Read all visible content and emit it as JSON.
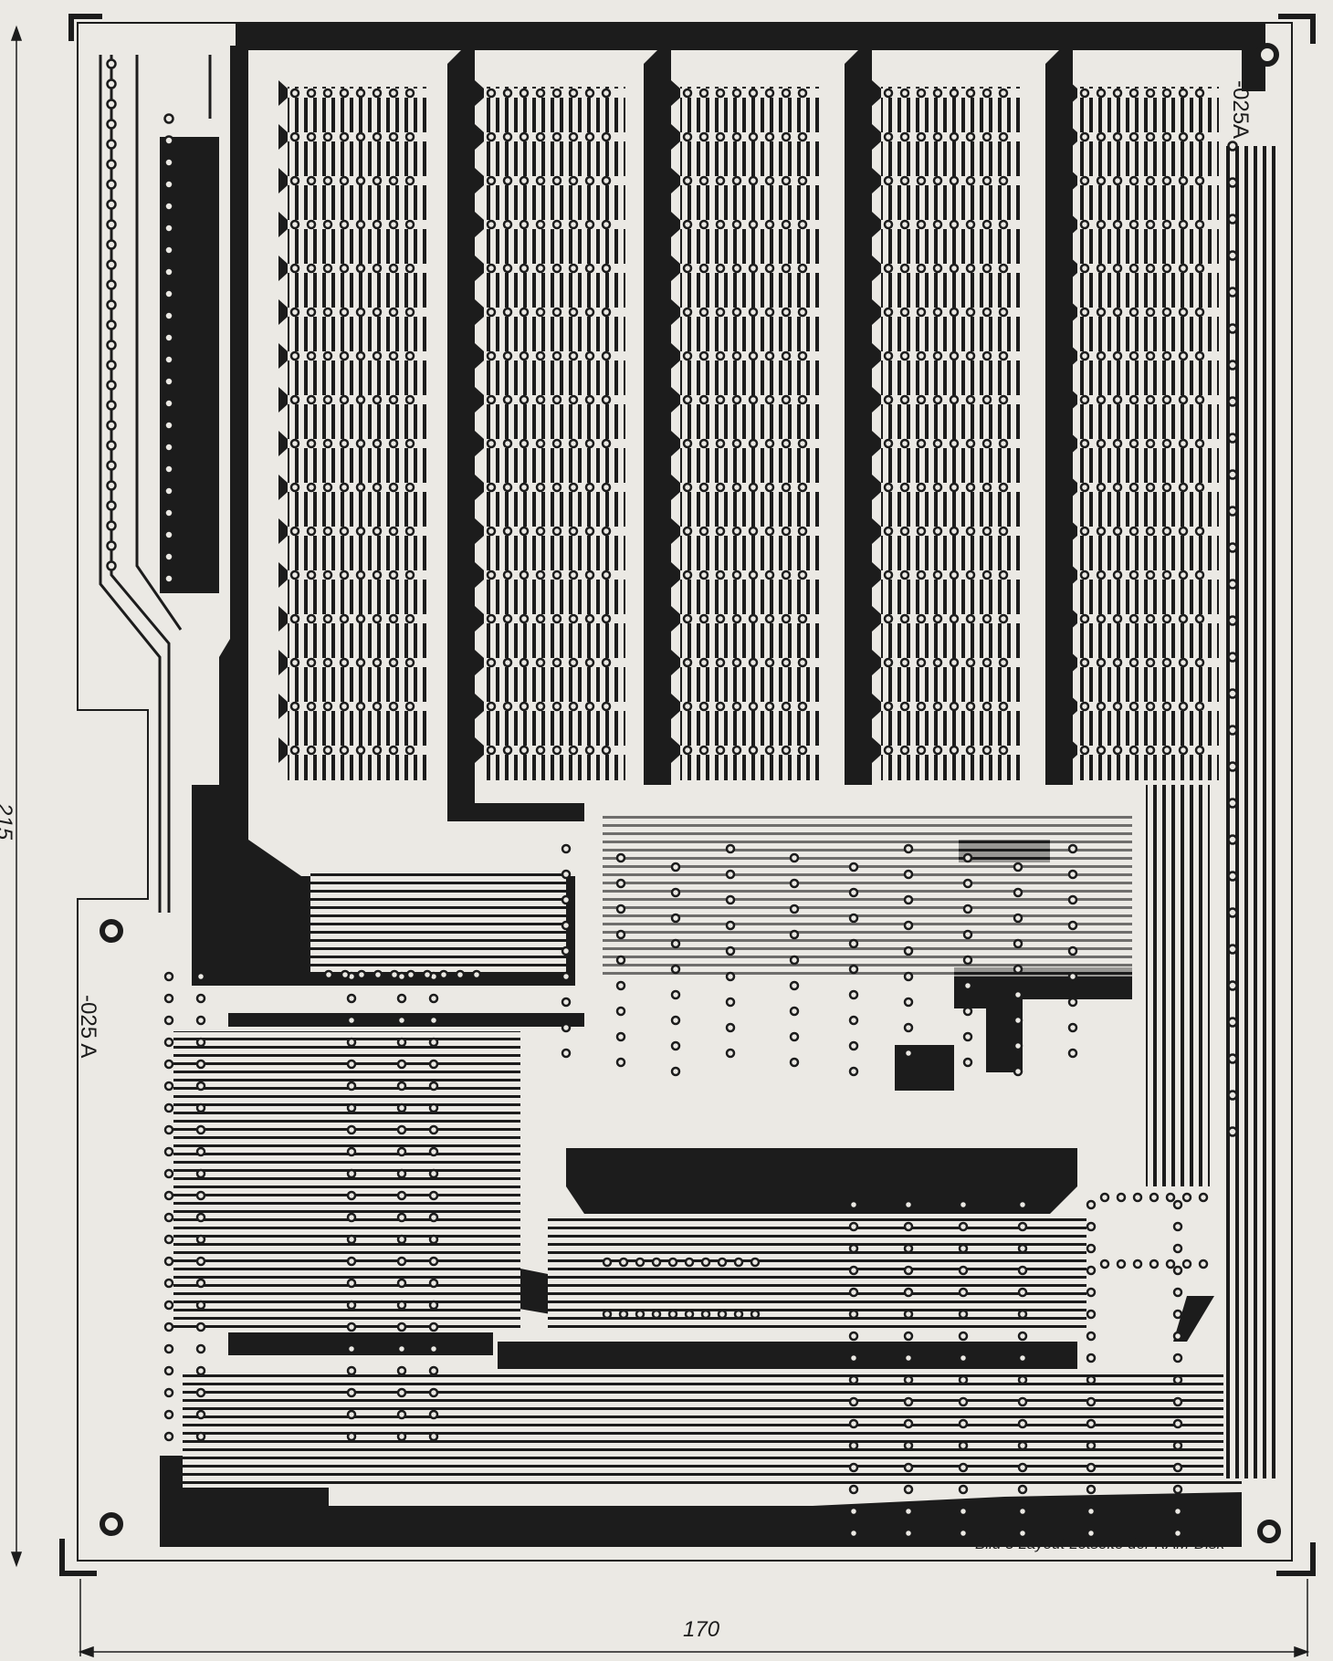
{
  "board": {
    "code_top": "-025A",
    "code_side": "-025 A",
    "colors": {
      "copper": "#1c1c1c",
      "paper": "#ebe9e4"
    },
    "memory_banks": 5,
    "rows_per_bank": 16
  },
  "dimensions": {
    "height_label": "215",
    "width_label": "170"
  },
  "caption": "Bild 5  Layout Lötseite der RAM-Disk"
}
